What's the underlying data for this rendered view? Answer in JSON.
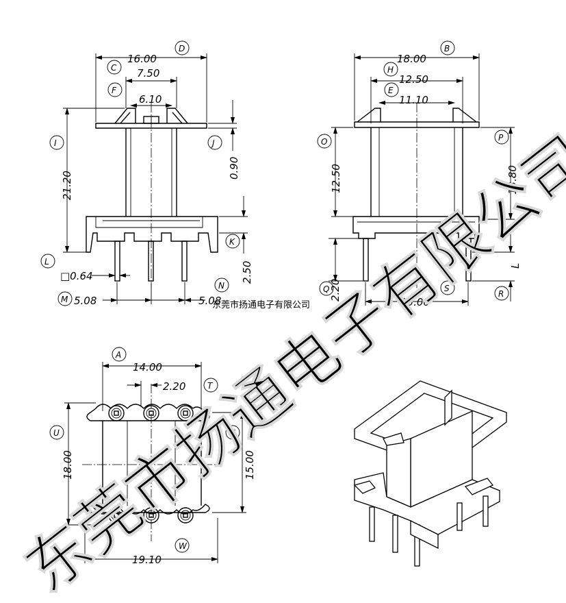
{
  "dimensions": {
    "front": {
      "width_D": "16.00",
      "flange_C": "7.50",
      "core_F": "6.10",
      "height_I": "21.20",
      "thickness_J": "0.90",
      "pin_K": "2.50",
      "pin_size_L": "□0.64",
      "pitch_M": "5.08",
      "pitch_N": "5.08"
    },
    "side": {
      "width_B": "18.00",
      "width_H": "12.50",
      "width_E": "11.10",
      "height_O": "12.50",
      "height_P": "13.80",
      "pin_Q": "2.20",
      "span_S": "15.00",
      "pin_L": "L"
    },
    "bottom": {
      "width_A": "14.00",
      "pitch_T": "2.20",
      "height_U": "18.00",
      "height_V": "15.00",
      "width_W": "19.10"
    }
  },
  "labels": {
    "A": "A",
    "B": "B",
    "C": "C",
    "D": "D",
    "E": "E",
    "F": "F",
    "H": "H",
    "I": "I",
    "J": "J",
    "K": "K",
    "L": "L",
    "M": "M",
    "N": "N",
    "O": "O",
    "P": "P",
    "Q": "Q",
    "R": "R",
    "S": "S",
    "T": "T",
    "U": "U",
    "V": "V",
    "W": "W"
  },
  "watermark": {
    "big": "东莞市扬通电子有限公司",
    "small": "东莞市扬通电子有限公司"
  }
}
